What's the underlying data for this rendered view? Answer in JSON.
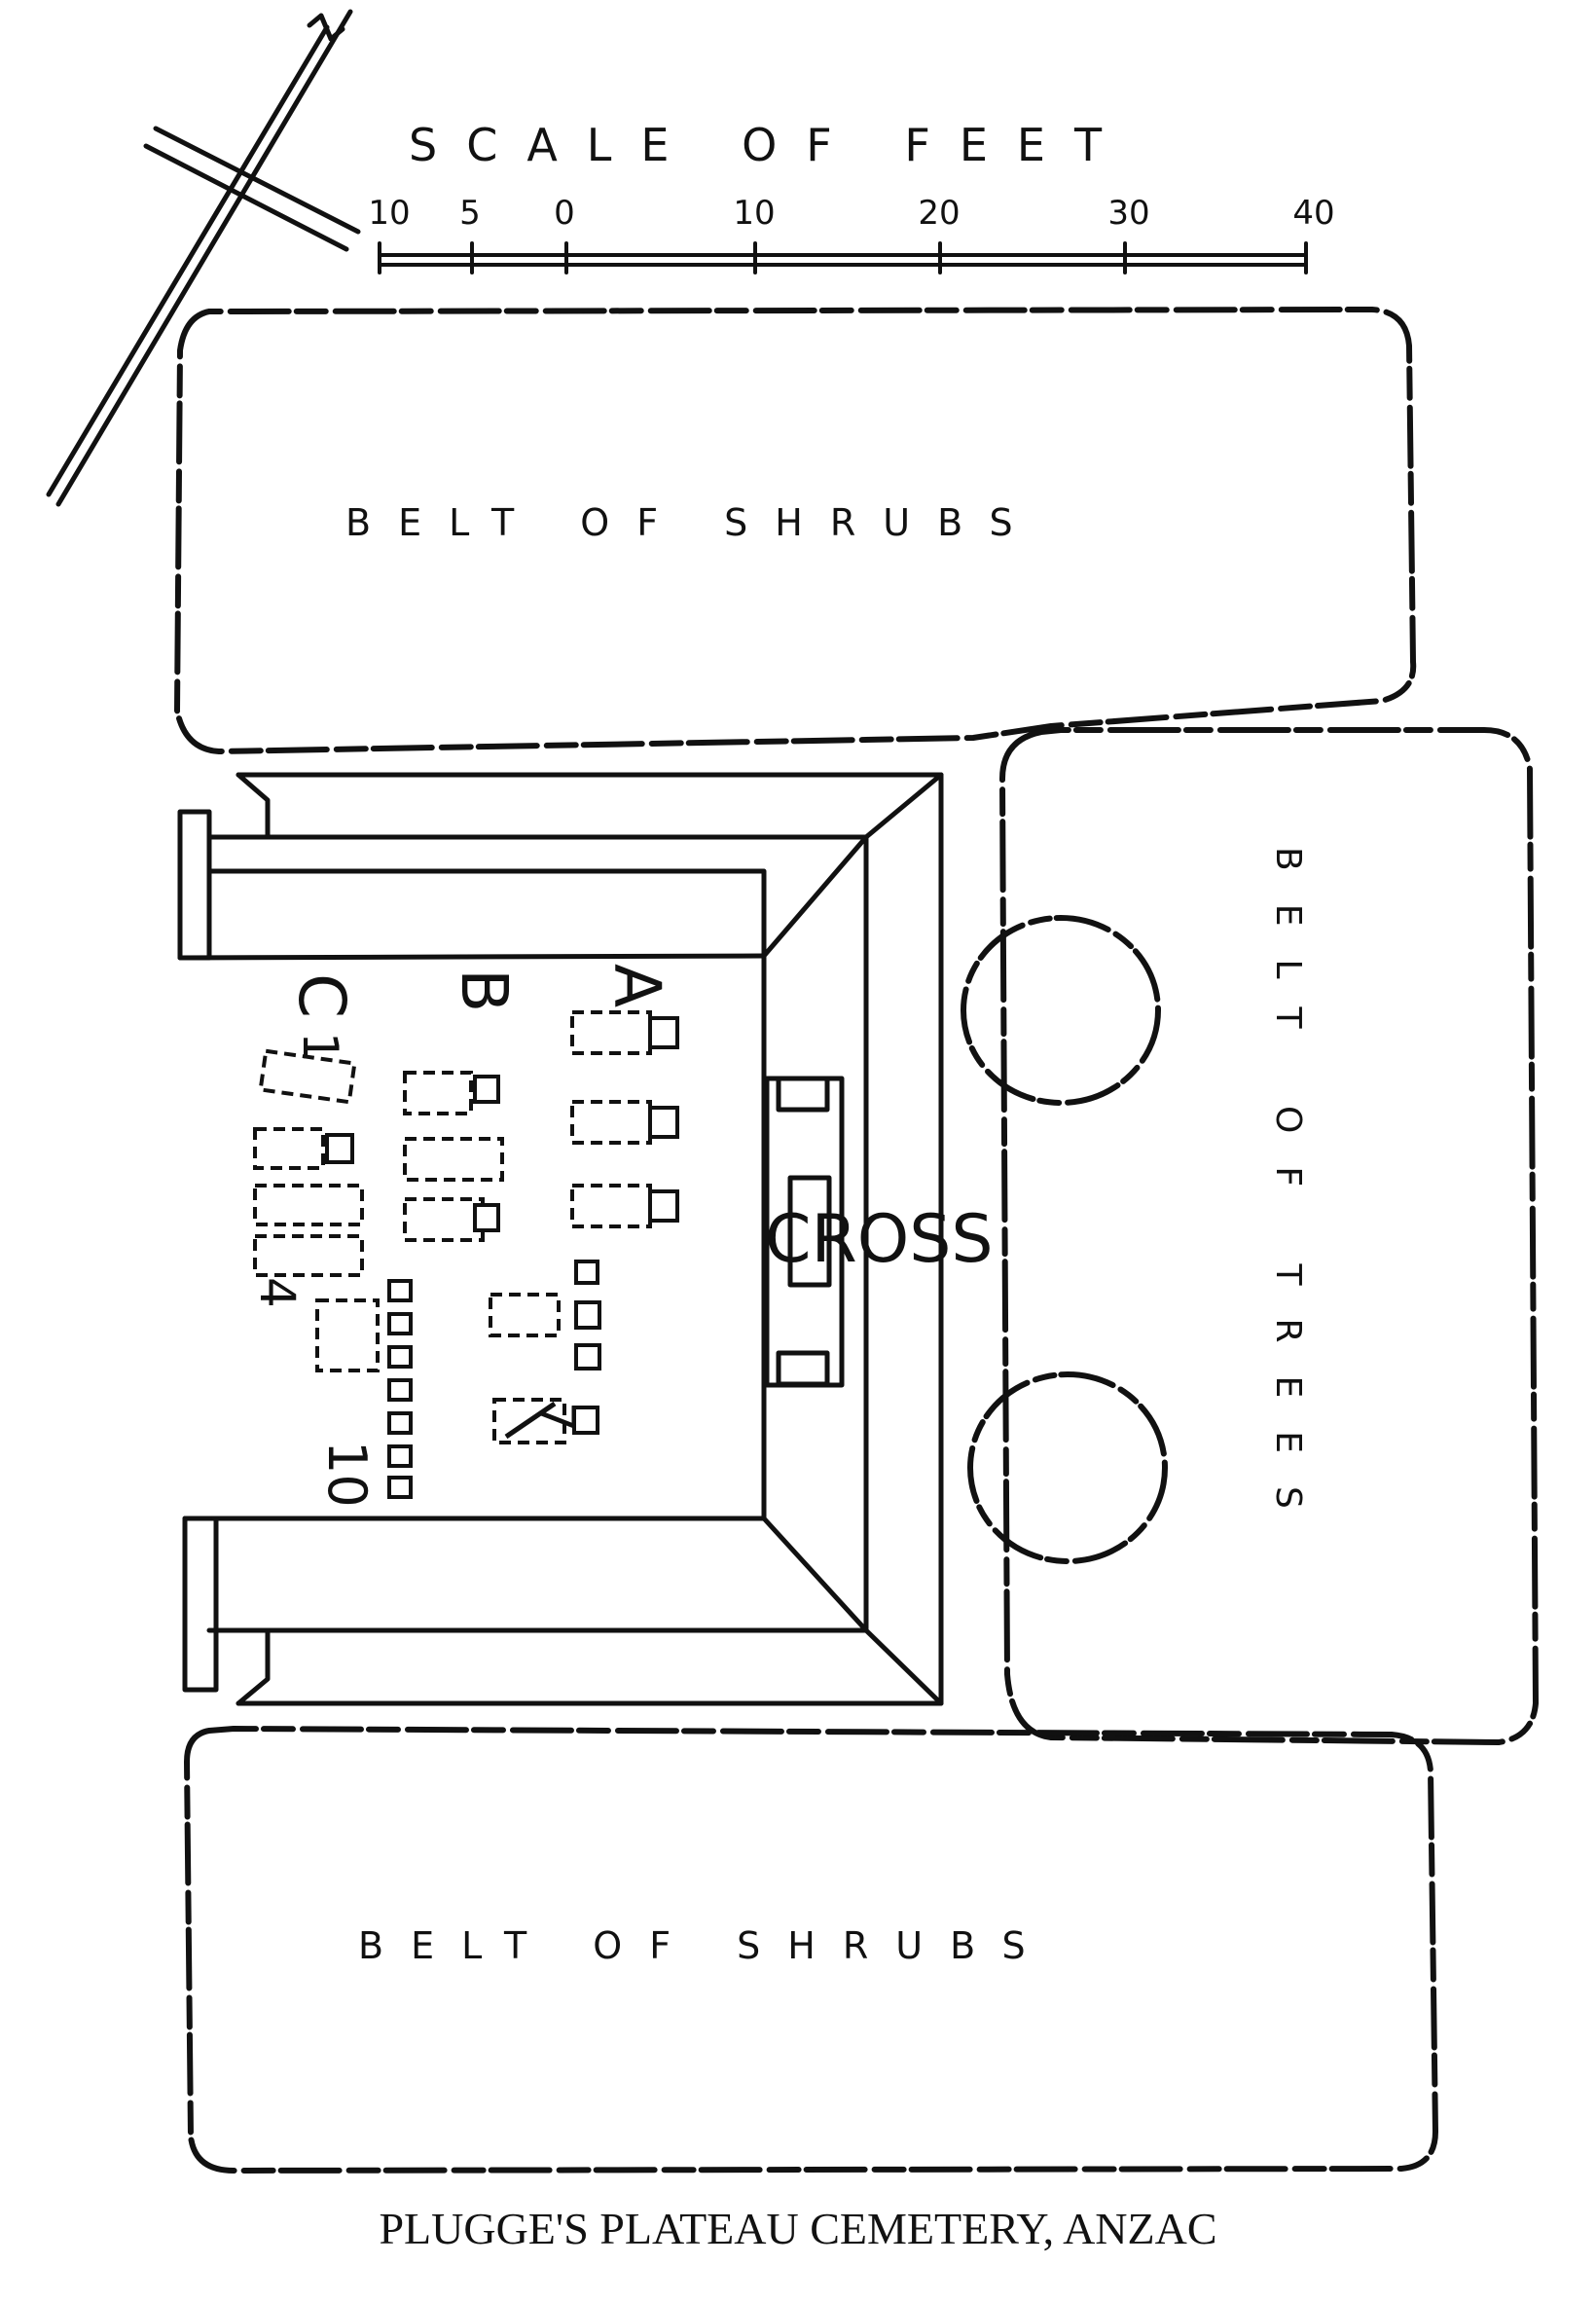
{
  "title": "PLUGGE'S PLATEAU CEMETERY, ANZAC",
  "scale": {
    "label": "SCALE OF FEET",
    "ticks": [
      "10",
      "5",
      "0",
      "10",
      "20",
      "30",
      "40"
    ]
  },
  "areas": {
    "north_shrubs": "BELT OF SHRUBS",
    "south_shrubs": "BELT OF SHRUBS",
    "east_trees": "BELT OF TREES",
    "cross": "CROSS"
  },
  "rows": {
    "a": "A",
    "b": "B",
    "c": "C",
    "c_num_1": "1",
    "c_num_4": "4",
    "b_num_7": "7",
    "num_10": "10"
  },
  "icons": {
    "north_arrow": "north-arrow-icon"
  }
}
